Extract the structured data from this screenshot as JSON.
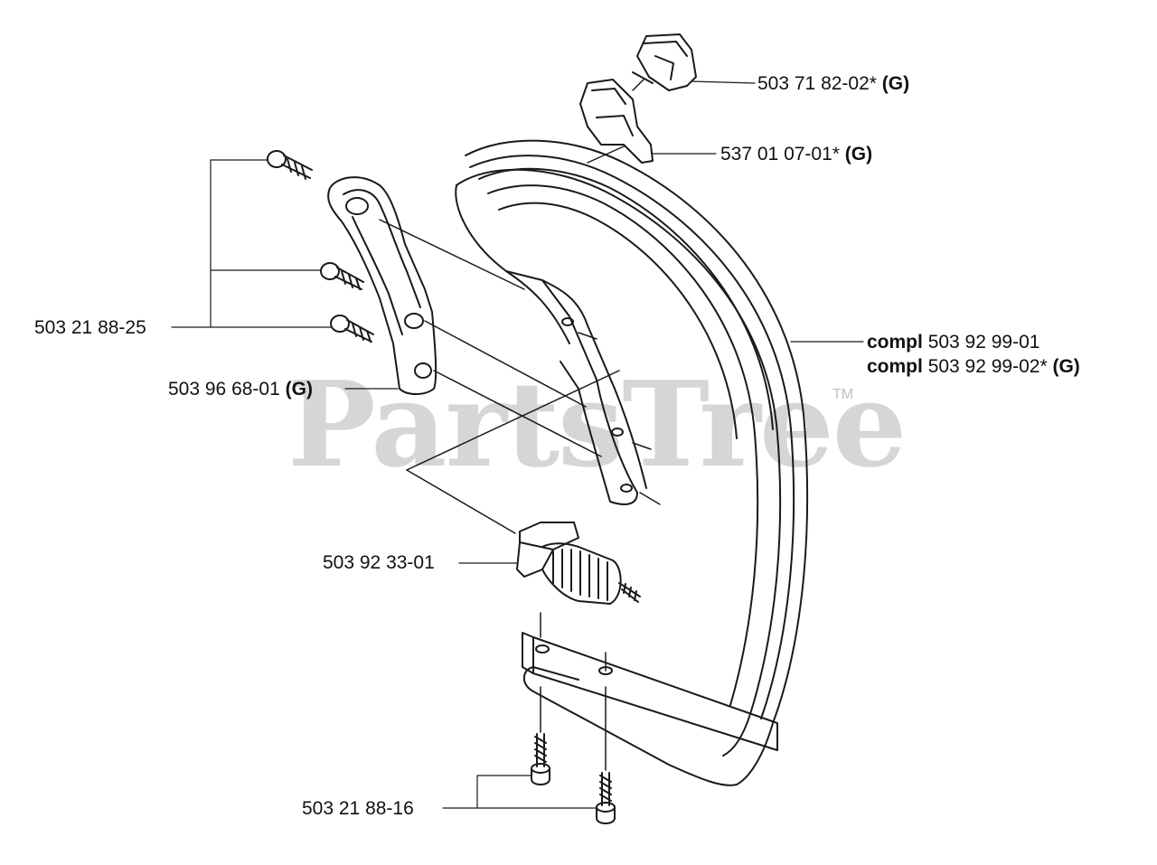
{
  "watermark": {
    "text": "PartsTree",
    "tm": "TM"
  },
  "labels": {
    "p1": {
      "num": "503 71 82-02*",
      "suffix": "(G)"
    },
    "p2": {
      "num": "537 01 07-01*",
      "suffix": "(G)"
    },
    "p3": {
      "prefix": "compl",
      "num": "503 92 99-01"
    },
    "p4": {
      "prefix": "compl",
      "num": "503 92 99-02*",
      "suffix": "(G)"
    },
    "p5": {
      "num": "503 21 88-25"
    },
    "p6": {
      "num": "503 96 68-01",
      "suffix": "(G)"
    },
    "p7": {
      "num": "503 92 33-01"
    },
    "p8": {
      "num": "503 21 88-16"
    }
  },
  "colors": {
    "line": "#1a1a1a",
    "watermark": "#cfcfcf"
  }
}
